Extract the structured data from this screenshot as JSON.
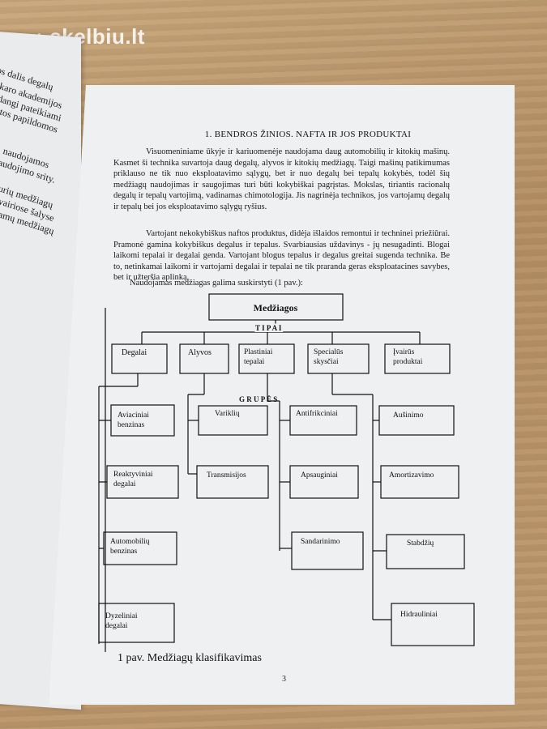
{
  "watermark": "skelbiu.lt",
  "left_page_fragments": [
    "os dalis degalų",
    "s karo akademijos",
    "adangi pateikiami",
    "ktos papildomos",
    ", naudojamos",
    "audojimo srity.",
    "urių medžiagų",
    "vairiose šalyse",
    "amų medžiagų"
  ],
  "heading": "1. BENDROS ŽINIOS. NAFTA IR JOS PRODUKTAI",
  "paragraphs": [
    "Visuomeniniame ūkyje ir kariuomenėje naudojama daug automobilių ir kitokių mašinų. Kasmet ši technika suvartoja daug degalų, alyvos ir kitokių medžiagų. Taigi mašinų patikimumas priklauso ne tik nuo eksploatavimo sąlygų, bet ir nuo degalų bei tepalų kokybės, todėl šių medžiagų naudojimas ir saugojimas turi būti kokybiškai pagrįstas. Mokslas, tiriantis racionalų degalų ir tepalų vartojimą, vadinamas chimotologija. Jis nagrinėja technikos, jos vartojamų degalų ir tepalų bei jos eksploatavimo sąlygų ryšius.",
    "Vartojant nekokybiškus naftos produktus, didėja išlaidos remontui ir techninei priežiūrai. Pramonė gamina kokybiškus degalus ir tepalus. Svarbiausias uždavinys - jų nesugadinti. Blogai laikomi tepalai ir degalai genda. Vartojant blogus tepalus ir degalus greitai sugenda technika. Be to, netinkamai laikomi ir vartojami degalai ir tepalai ne tik praranda geras eksploatacines savybes, bet ir užteršia aplinką.",
    "Naudojamas medžiagas galima suskirstyti (1 pav.):"
  ],
  "diagram": {
    "root": "Medžiagos",
    "tipai_label": "T I P A I",
    "grupes_label": "G R U P Ė S",
    "types": [
      "Degalai",
      "Alyvos",
      "Plastiniai tepalai",
      "Specialūs skysčiai",
      "Įvairūs produktai"
    ],
    "fuel_groups": [
      "Aviaciniai benzinas",
      "Reaktyviniai degalai",
      "Automobilių benzinas",
      "Dyzeliniai degalai"
    ],
    "oil_groups": [
      "Variklių",
      "Transmisijos"
    ],
    "grease_groups": [
      "Antifrikciniai",
      "Apsauginiai",
      "Sandarinimo"
    ],
    "fluid_groups": [
      "Aušinimo",
      "Amortizavimo",
      "Stabdžių",
      "Hidrauliniai"
    ]
  },
  "caption": "1 pav. Medžiagų klasifikavimas",
  "page_number": "3"
}
